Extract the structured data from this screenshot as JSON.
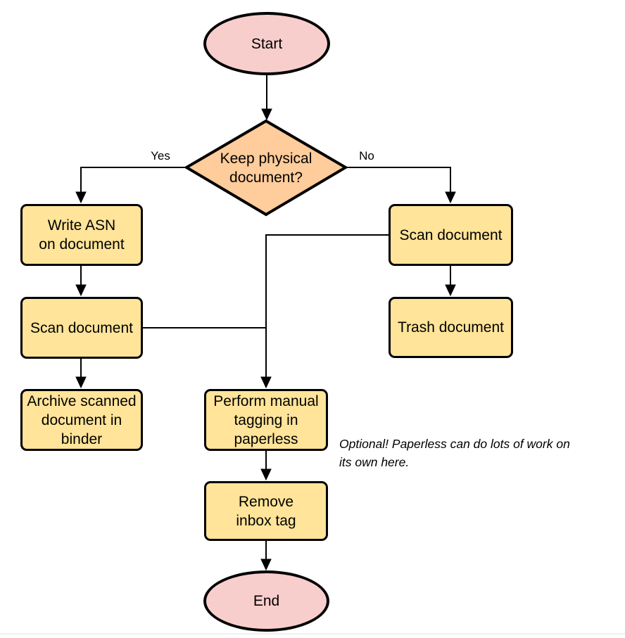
{
  "colors": {
    "terminator_fill": "#f8cecc",
    "decision_fill": "#ffcc9b",
    "process_fill": "#ffe499",
    "stroke": "#000000",
    "divider": "#f0f0f0",
    "background": "#ffffff"
  },
  "nodes": {
    "start": {
      "label": "Start",
      "type": "terminator"
    },
    "decision": {
      "label": "Keep physical\ndocument?",
      "type": "decision"
    },
    "write_asn": {
      "label": "Write ASN\non document",
      "type": "process"
    },
    "scan_left": {
      "label": "Scan document",
      "type": "process"
    },
    "archive": {
      "label": "Archive scanned\ndocument in\nbinder",
      "type": "process"
    },
    "scan_right": {
      "label": "Scan document",
      "type": "process"
    },
    "trash": {
      "label": "Trash document",
      "type": "process"
    },
    "tagging": {
      "label": "Perform manual\ntagging in\npaperless",
      "type": "process"
    },
    "remove_inbox": {
      "label": "Remove\ninbox tag",
      "type": "process"
    },
    "end": {
      "label": "End",
      "type": "terminator"
    }
  },
  "edge_labels": {
    "yes": "Yes",
    "no": "No"
  },
  "note": {
    "text": "Optional! Paperless can do lots of work on\nits own here."
  }
}
